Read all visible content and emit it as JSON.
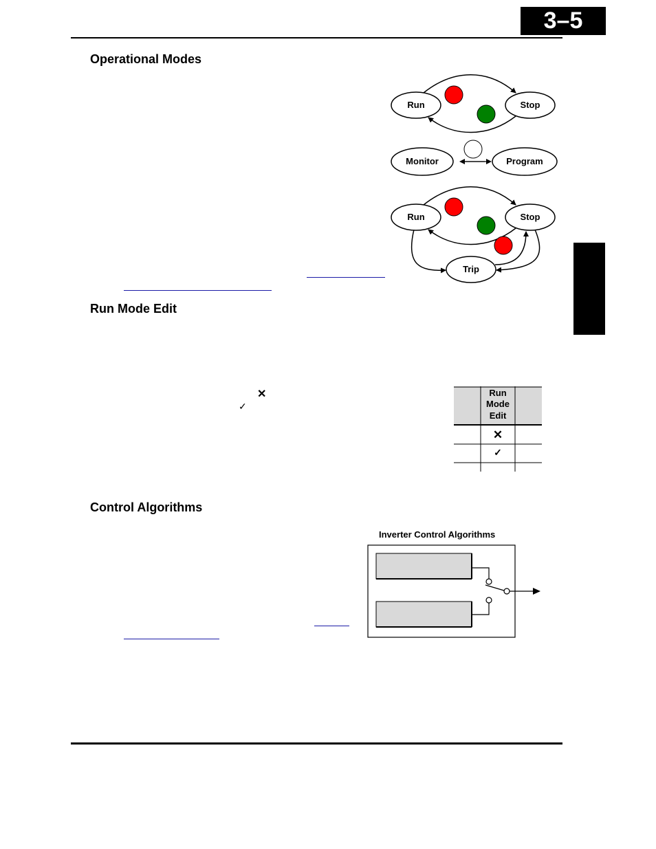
{
  "page": {
    "number": "3–5"
  },
  "sections": {
    "operational_modes": {
      "title": "Operational Modes"
    },
    "run_mode_edit": {
      "title": "Run Mode Edit"
    },
    "control_algorithms": {
      "title": "Control Algorithms"
    }
  },
  "mode_diagram": {
    "top": {
      "left_state": "Run",
      "right_state": "Stop"
    },
    "middle": {
      "left_state": "Monitor",
      "right_state": "Program"
    },
    "bottom": {
      "left_state": "Run",
      "right_state": "Stop",
      "trip_state": "Trip"
    },
    "colors": {
      "red_button": "#ff0000",
      "green_button": "#008000",
      "white_button": "#ffffff"
    }
  },
  "inline_symbols": {
    "not_allowed": "✕",
    "allowed": "✓"
  },
  "run_mode_table": {
    "header": "Run\nMode\nEdit",
    "header_lines": [
      "Run",
      "Mode",
      "Edit"
    ],
    "rows": [
      {
        "edit": "✕"
      },
      {
        "edit": "✓"
      },
      {
        "edit": ""
      }
    ]
  },
  "algorithms_diagram": {
    "title": "Inverter Control Algorithms",
    "box_fill": "#d9d9d9"
  }
}
